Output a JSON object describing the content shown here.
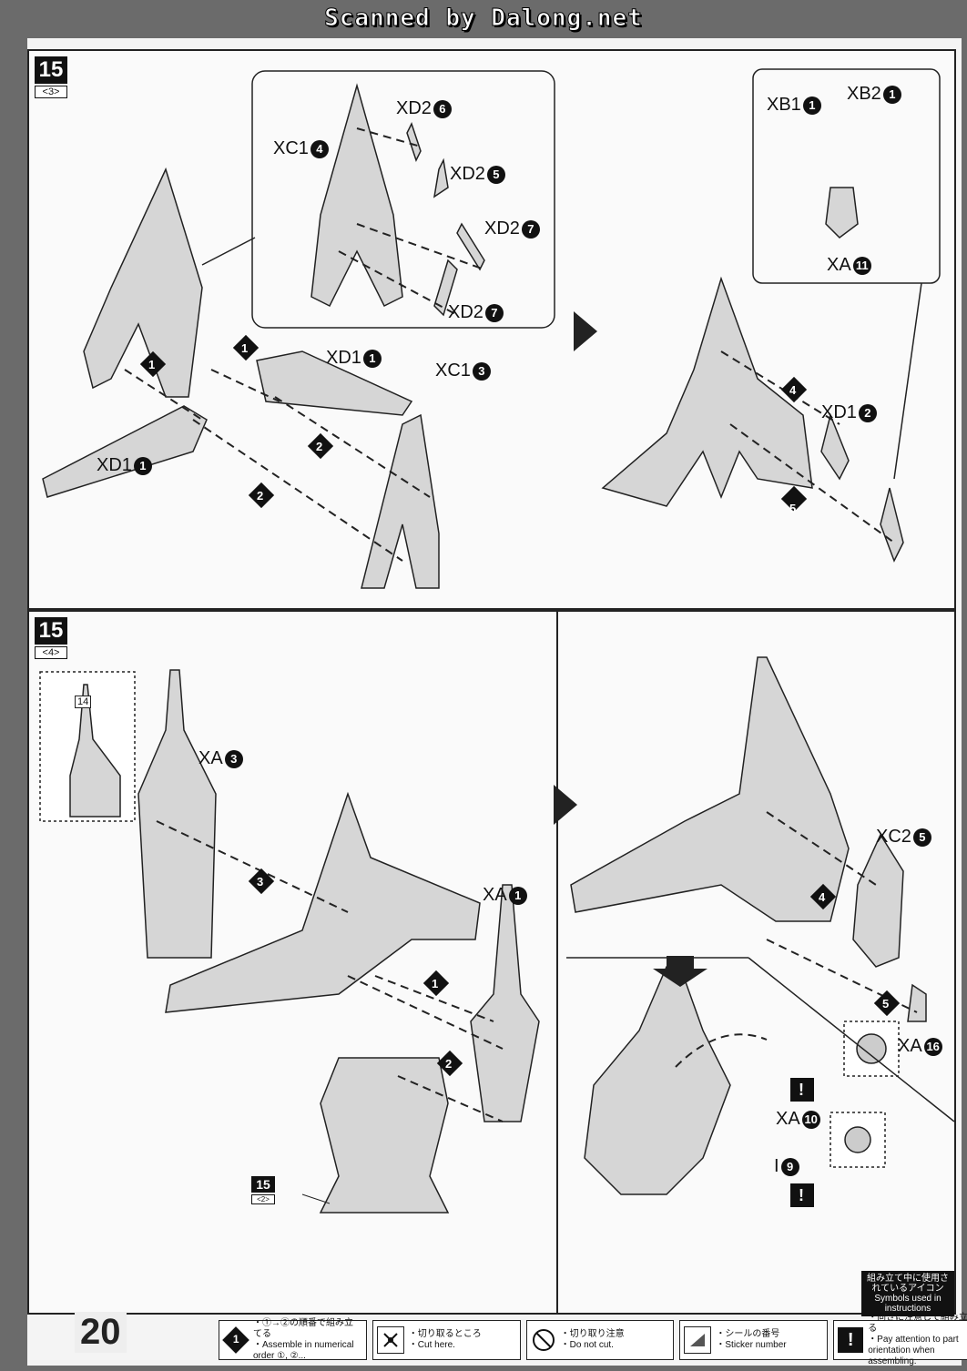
{
  "banner": "Scanned by Dalong.net",
  "page_number": "20",
  "steps": [
    {
      "num": "15",
      "sub": "<3>"
    },
    {
      "num": "15",
      "sub": "<4>"
    }
  ],
  "ref_step": {
    "num": "15",
    "sub": "<2>"
  },
  "labels_top": [
    {
      "part": "XD2",
      "n": "6"
    },
    {
      "part": "XC1",
      "n": "4"
    },
    {
      "part": "XD2",
      "n": "5"
    },
    {
      "part": "XD2",
      "n": "7"
    },
    {
      "part": "XD2",
      "n": "7"
    },
    {
      "part": "XD1",
      "n": "1"
    },
    {
      "part": "XC1",
      "n": "3"
    },
    {
      "part": "XD1",
      "n": "1"
    },
    {
      "part": "XB1",
      "n": "1"
    },
    {
      "part": "XB2",
      "n": "1"
    },
    {
      "part": "XA",
      "n": "11"
    },
    {
      "part": "XD1",
      "n": "2"
    }
  ],
  "labels_bottom": [
    {
      "part": "XA",
      "n": "3"
    },
    {
      "part": "XA",
      "n": "1"
    },
    {
      "part": "XC2",
      "n": "5"
    },
    {
      "part": "XA",
      "n": "16"
    },
    {
      "part": "XA",
      "n": "10"
    },
    {
      "part": "I",
      "n": "9"
    }
  ],
  "sticker_number": "14",
  "step_arrows": [
    "1",
    "2",
    "3",
    "4",
    "5"
  ],
  "icons_note": {
    "jp": "組み立て中に使用されているアイコン",
    "en": "Symbols used in instructions"
  },
  "legend": [
    {
      "icon": "1",
      "jp": "・①→②の順番で組み立てる",
      "en": "・Assemble in numerical order ①, ②..."
    },
    {
      "icon": "cut",
      "jp": "・切り取るところ",
      "en": "・Cut here."
    },
    {
      "icon": "nocut",
      "jp": "・切り取り注意",
      "en": "・Do not cut."
    },
    {
      "icon": "sticker",
      "jp": "・シールの番号",
      "en": "・Sticker number"
    },
    {
      "icon": "!",
      "jp": "・向きに注意して組み立てる",
      "en": "・Pay attention to part orientation when assembling."
    }
  ]
}
